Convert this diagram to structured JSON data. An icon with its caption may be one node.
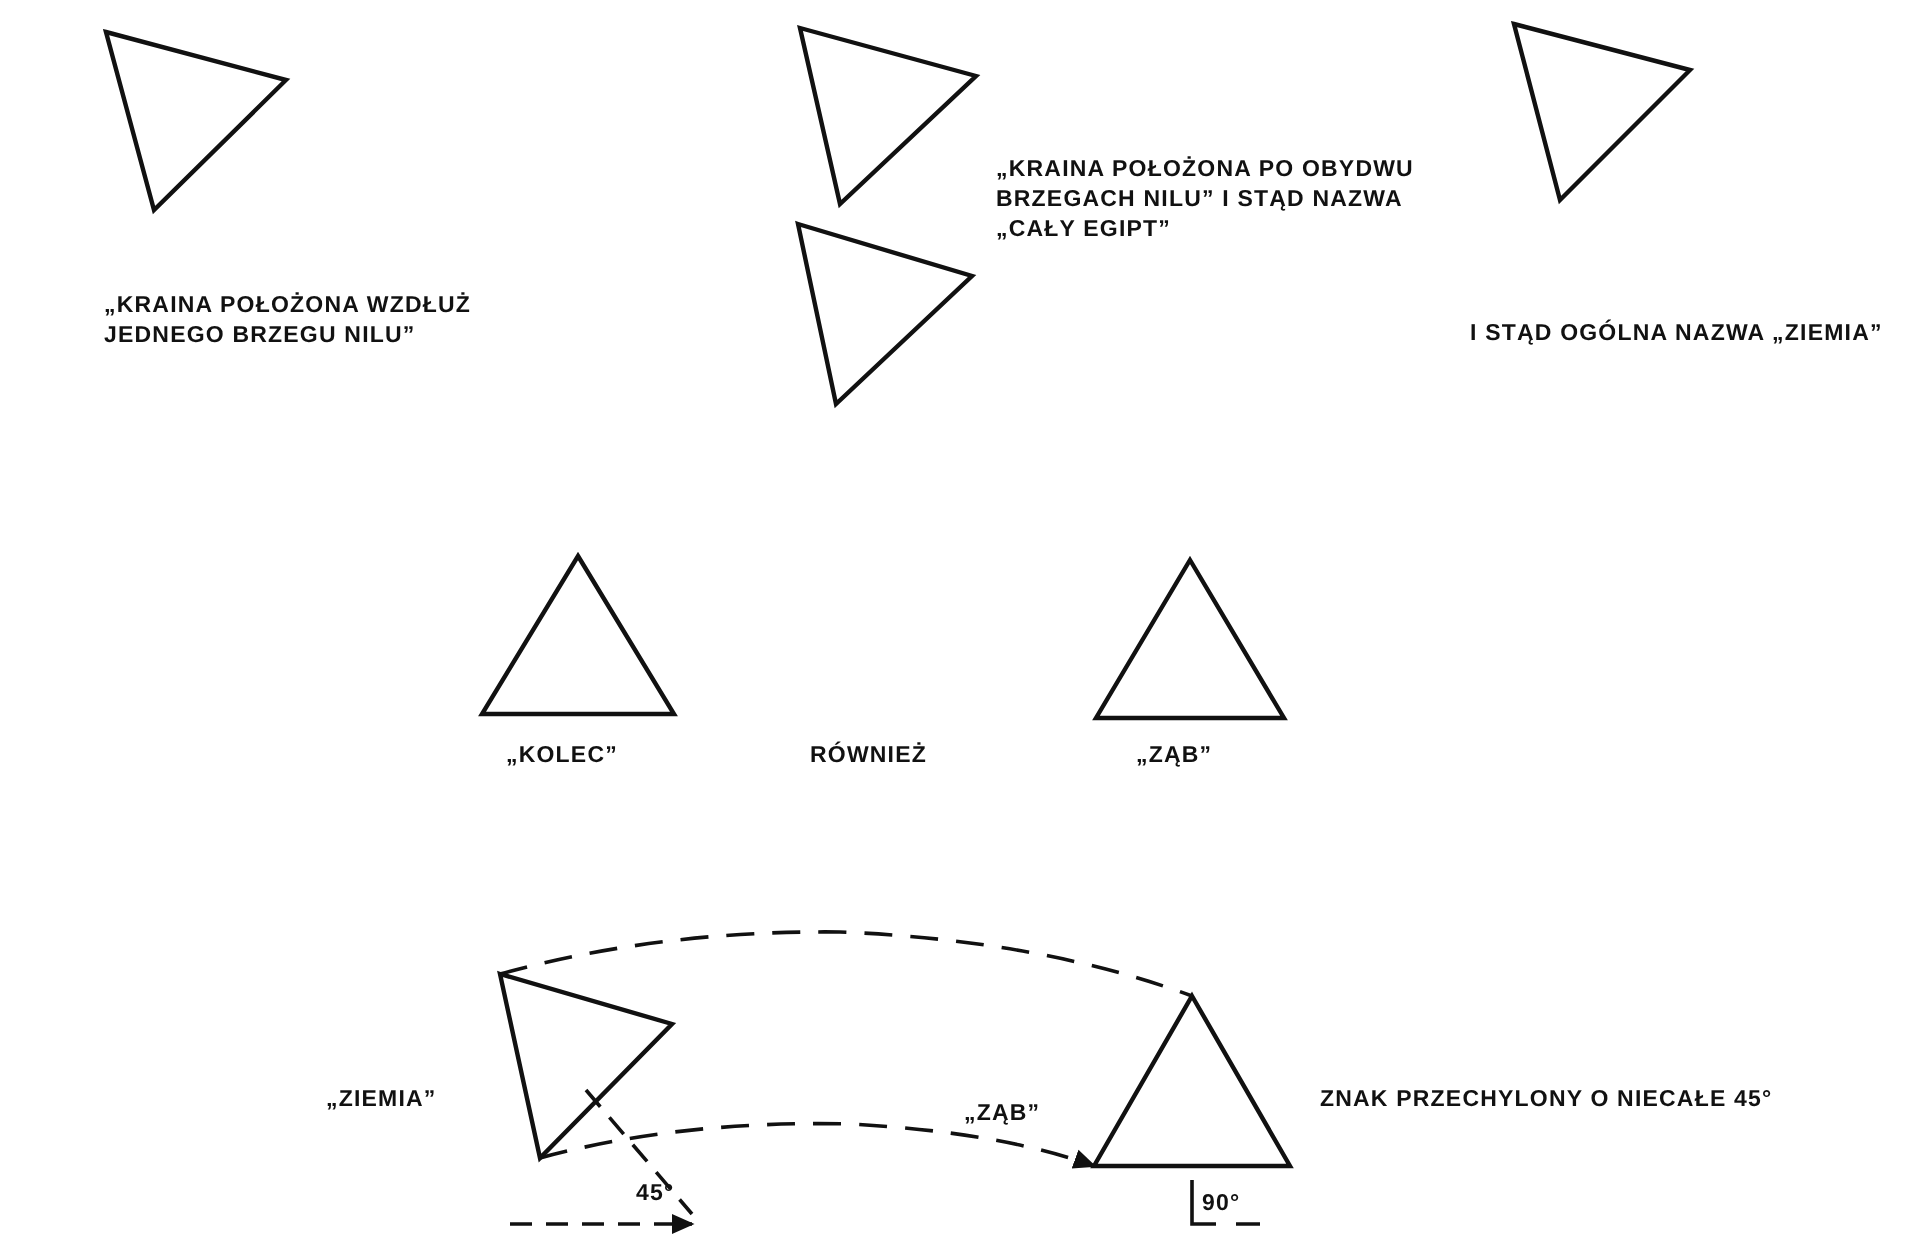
{
  "diagram": {
    "nodes": [
      {
        "text": [],
        "shape": "triangle",
        "beside": [
          "„KRAINA POŁOŻONA WZDŁUŻ JEDNEGO BRZEGU NILU”"
        ]
      },
      {
        "text": [],
        "shape": "triangle",
        "beside": [
          "„KRAINA POŁOŻONA PO OBYDWU BRZEGACH NILU” I STĄD NAZWA „CAŁY EGIPT”"
        ]
      },
      {
        "text": [],
        "shape": "triangle"
      },
      {
        "text": [],
        "shape": "triangle"
      },
      {
        "text": [],
        "shape": "triangle",
        "beside": [
          "„KOLEC”"
        ]
      },
      {
        "text": [],
        "shape": "triangle",
        "beside": [
          "„ZĄB”"
        ]
      },
      {
        "text": [],
        "shape": "triangle",
        "beside": [
          "„ZIEMIA”"
        ]
      },
      {
        "text": [],
        "shape": "triangle",
        "beside": [
          "ZNAK PRZECHYLONY O NIECAŁE 45°"
        ]
      }
    ],
    "edges": [
      {
        "from": 6,
        "to": 7,
        "arrow": "none",
        "style": "dashed"
      },
      {
        "from": 6,
        "to": 7,
        "arrow": "to",
        "style": "dashed"
      }
    ],
    "labels": [
      "I STĄD OGÓLNA NAZWA „ZIEMIA”",
      "RÓWNIEŻ",
      "„ZĄB”",
      "45°",
      "90°"
    ]
  }
}
